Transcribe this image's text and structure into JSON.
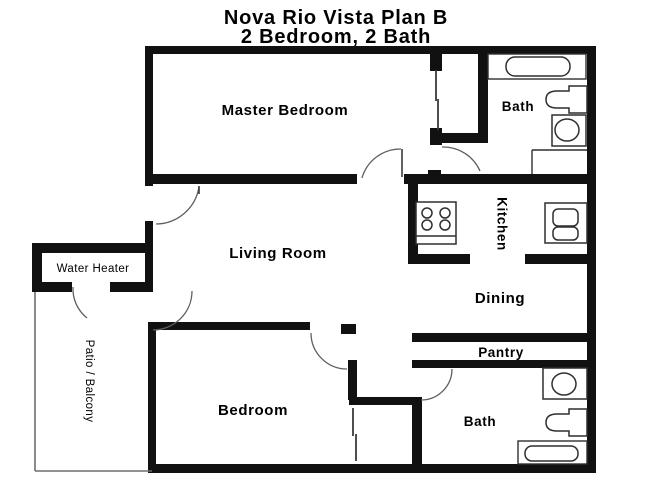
{
  "title": {
    "line1": "Nova Rio Vista Plan B",
    "line2": "2 Bedroom, 2 Bath"
  },
  "labels": {
    "master_bedroom": "Master Bedroom",
    "bath_upper": "Bath",
    "kitchen": "Kitchen",
    "dining": "Dining",
    "living_room": "Living Room",
    "water_heater": "Water Heater",
    "patio_balcony": "Patio / Balcony",
    "bedroom": "Bedroom",
    "pantry": "Pantry",
    "bath_lower": "Bath"
  },
  "colors": {
    "wall": "#111111",
    "fixture_outline": "#2f2f2f",
    "door_arc": "#5f5f5f",
    "patio_line": "#6e6e6e",
    "text": "#000000",
    "background": "#ffffff"
  }
}
